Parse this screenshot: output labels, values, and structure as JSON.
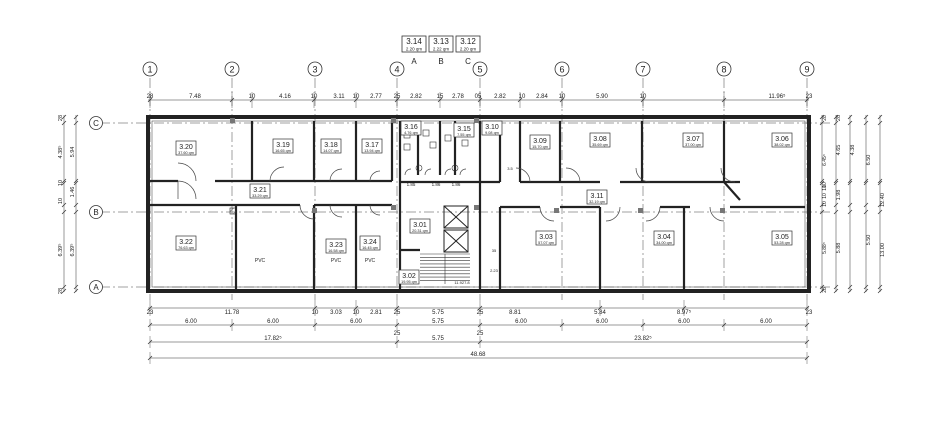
{
  "legend": {
    "rooms": [
      {
        "num": "3.14",
        "area": "2.20 qm"
      },
      {
        "num": "3.13",
        "area": "2.22 qm"
      },
      {
        "num": "3.12",
        "area": "2.20 qm"
      }
    ],
    "letters": [
      "A",
      "B",
      "C"
    ]
  },
  "columns": [
    "1",
    "2",
    "3",
    "4",
    "5",
    "6",
    "7",
    "8",
    "9"
  ],
  "rows": [
    "C",
    "B",
    "A"
  ],
  "dims": {
    "top": [
      "28",
      "7.48",
      "10",
      "4.16",
      "10",
      "3.11",
      "10",
      "2.77",
      "25",
      "2.82",
      "15",
      "2.78",
      "05",
      "2.82",
      "10",
      "2.84",
      "10",
      "5.90",
      "10",
      "11.96⁵",
      "23"
    ],
    "bottom1": [
      "23",
      "11.78",
      "10",
      "3.03",
      "10",
      "2.81",
      "25",
      "5.75",
      "25",
      "8.81",
      "5.84",
      "8.97⁵",
      "23"
    ],
    "bottom2": [
      "6.00",
      "6.00",
      "6.00",
      "5.75",
      "6.00",
      "6.00",
      "6.00",
      "6.00"
    ],
    "bottom2_marks": [
      "25",
      "25"
    ],
    "bottom3": [
      "17.82⁵",
      "5.75",
      "23.82⁵"
    ],
    "overall": "48.68",
    "left": [
      "28",
      "4.38⁵",
      "5.94",
      "10",
      "1.46",
      "10",
      "6.39⁵",
      "6.39⁵",
      "28"
    ],
    "right_inner": [
      "28",
      "10",
      "6.45⁵",
      "10",
      "10",
      "10",
      "5.88⁵",
      "28"
    ],
    "right_mid": [
      "28",
      "4.65",
      "1.98",
      "5.88"
    ],
    "right_outer": [
      "4.38",
      "6.50",
      "5.50",
      "12.40",
      "13.00"
    ]
  },
  "rooms": [
    {
      "num": "3.20",
      "area": "37.60 qm"
    },
    {
      "num": "3.19",
      "area": "16.65 qm"
    },
    {
      "num": "3.18",
      "area": "14.07 qm"
    },
    {
      "num": "3.17",
      "area": "13.94 qm"
    },
    {
      "num": "3.16",
      "area": "4.76 qm"
    },
    {
      "num": "3.15",
      "area": "7.55 qm"
    },
    {
      "num": "3.10",
      "area": "9.08 qm"
    },
    {
      "num": "3.09",
      "area": "15.70 qm"
    },
    {
      "num": "3.08",
      "area": "35.69 qm"
    },
    {
      "num": "3.07",
      "area": "37.00 qm"
    },
    {
      "num": "3.06",
      "area": "38.02 qm"
    },
    {
      "num": "3.21",
      "area": "33.29 qm"
    },
    {
      "num": "3.11",
      "area": "32.19 qm"
    },
    {
      "num": "3.22",
      "area": "76.63 qm"
    },
    {
      "num": "3.23",
      "area": "16.58 qm"
    },
    {
      "num": "3.24",
      "area": "16.45 qm"
    },
    {
      "num": "3.01",
      "area": "20.31 qm"
    },
    {
      "num": "3.02",
      "area": "19.95 qm"
    },
    {
      "num": "3.03",
      "area": "57.07 qm"
    },
    {
      "num": "3.04",
      "area": "34.00 qm"
    },
    {
      "num": "3.05",
      "area": "53.28 qm"
    }
  ],
  "floor_labels": [
    "PVC",
    "PVC",
    "PVC"
  ],
  "small": {
    "d1": "1.85",
    "d2": "1.86",
    "d3": "1.86",
    "stair": "11.927.8",
    "s1": "3.5",
    "s2": "35",
    "s3": "2.23"
  }
}
